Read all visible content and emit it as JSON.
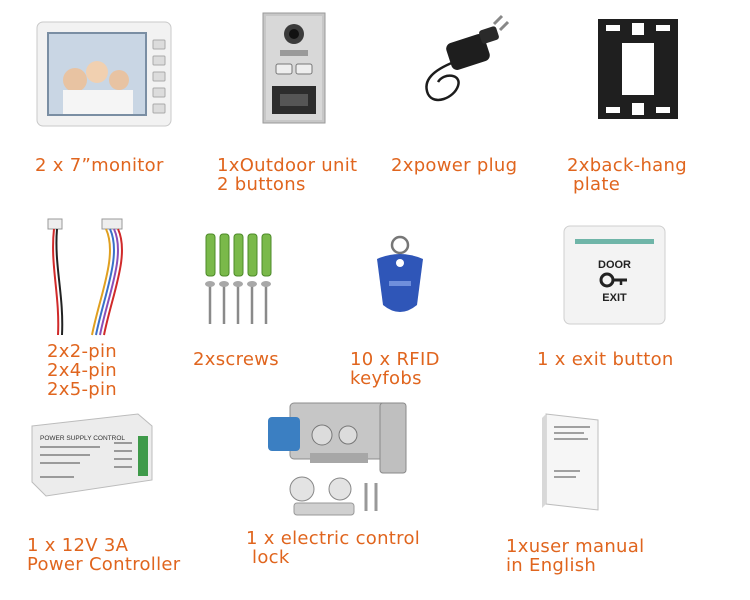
{
  "accent_color": "#e0651e",
  "items": [
    {
      "label": "2 x 7”monitor",
      "icon": "monitor-icon"
    },
    {
      "label": "1xOutdoor unit\n2 buttons",
      "icon": "outdoor-unit-icon"
    },
    {
      "label": "2xpower plug",
      "icon": "power-plug-icon"
    },
    {
      "label": "2xback-hang\n plate",
      "icon": "back-hang-plate-icon"
    },
    {
      "label": "2x2-pin\n2x4-pin\n2x5-pin",
      "icon": "wires-icon"
    },
    {
      "label": "2xscrews",
      "icon": "screws-icon"
    },
    {
      "label": "10 x RFID\nkeyfobs",
      "icon": "rfid-keyfob-icon"
    },
    {
      "label": "1 x exit button",
      "icon": "exit-button-icon"
    },
    {
      "label": "1 x 12V 3A\nPower Controller",
      "icon": "power-controller-icon"
    },
    {
      "label": "1 x electric control\n lock",
      "icon": "electric-lock-icon"
    },
    {
      "label": "1xuser manual\nin English",
      "icon": "user-manual-icon"
    }
  ],
  "exit_button_text": {
    "top": "DOOR",
    "bottom": "EXIT"
  },
  "power_controller_title": "POWER SUPPLY CONTROL"
}
